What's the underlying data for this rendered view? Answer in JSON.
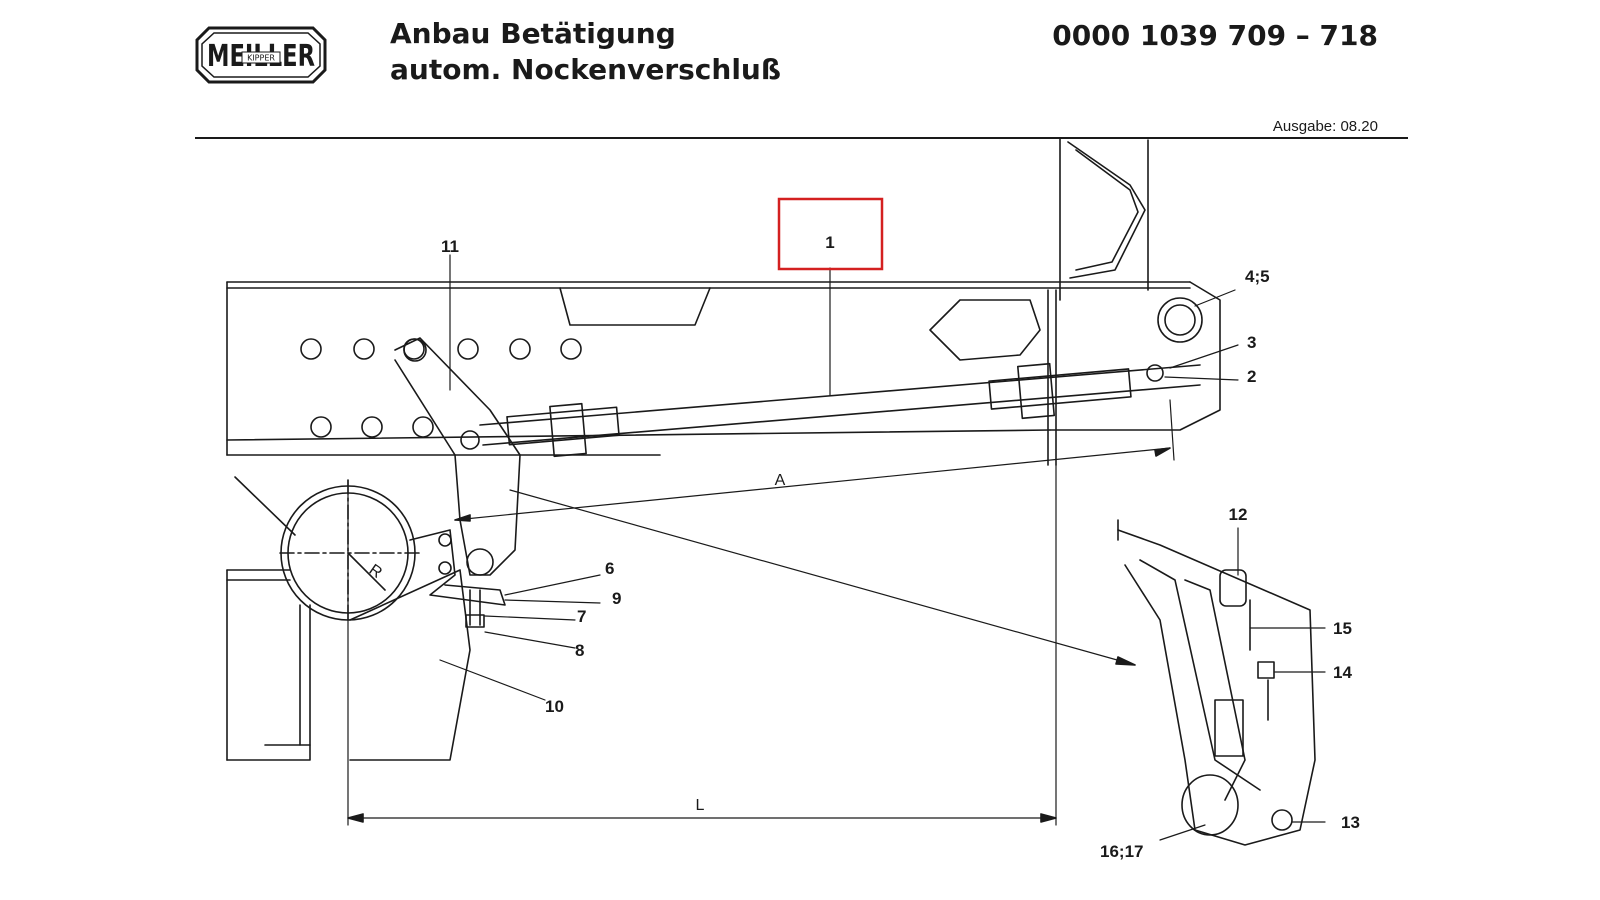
{
  "header": {
    "logo_text": "MEILLER",
    "logo_subtext": "KIPPER",
    "title_line1": "Anbau Betätigung",
    "title_line2": "autom. Nockenverschluß",
    "doc_number": "0000 1039 709 – 718",
    "issue": "Ausgabe: 08.20"
  },
  "callouts": {
    "p1": "1",
    "p2": "2",
    "p3": "3",
    "p45": "4;5",
    "p6": "6",
    "p7": "7",
    "p8": "8",
    "p9": "9",
    "p10": "10",
    "p11": "11",
    "p12": "12",
    "p13": "13",
    "p14": "14",
    "p15": "15",
    "p1617": "16;17"
  },
  "dimensions": {
    "A": "A",
    "L": "L",
    "R": "R"
  },
  "colors": {
    "line": "#1a1a1a",
    "highlight": "#d42020"
  }
}
